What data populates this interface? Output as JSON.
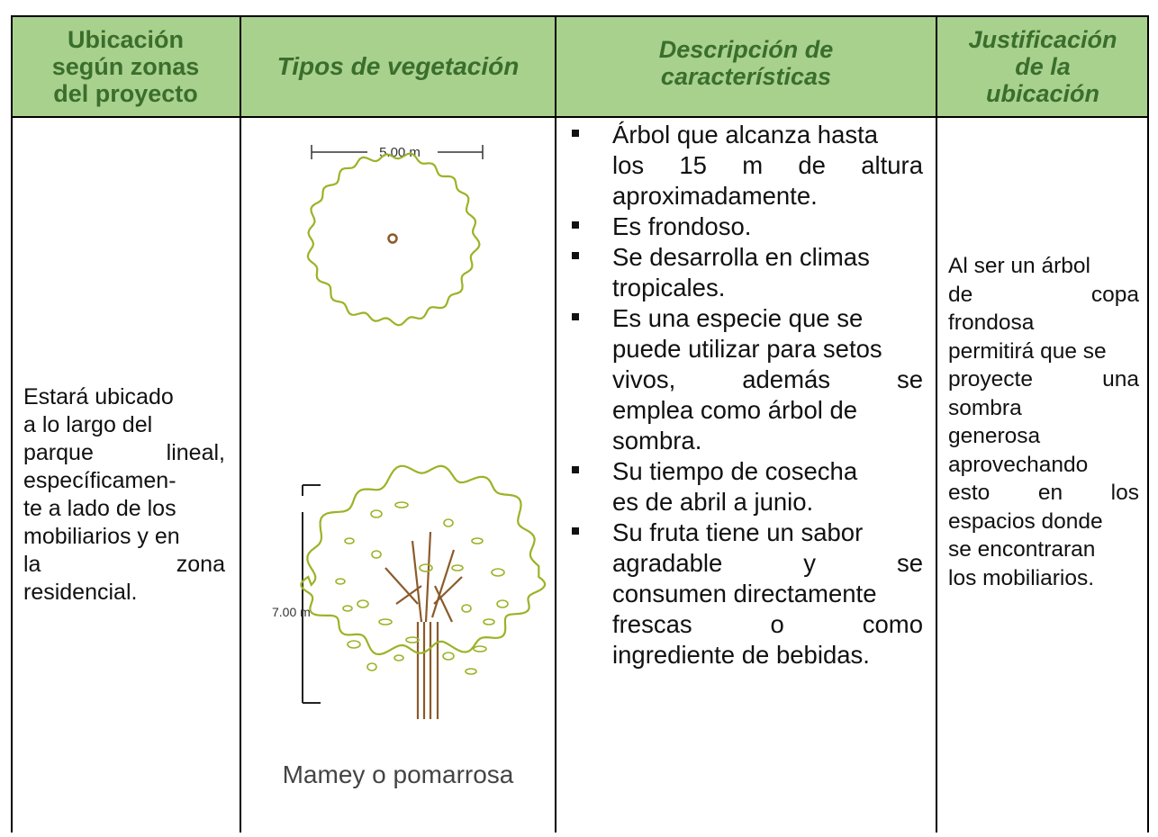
{
  "headers": {
    "col1": [
      "Ubicación",
      "según zonas",
      "del proyecto"
    ],
    "col2": "Tipos de vegetación",
    "col3": [
      "Descripción de",
      "características"
    ],
    "col4": [
      "Justificación",
      "de la",
      "ubicación"
    ]
  },
  "row": {
    "location_lines": [
      [
        "Estará ubicado"
      ],
      [
        "a lo largo del"
      ],
      [
        "parque",
        "lineal,"
      ],
      [
        "específicamen-"
      ],
      [
        "te a lado de los"
      ],
      [
        "mobiliarios y en"
      ],
      [
        "la",
        "zona"
      ],
      [
        "residencial."
      ]
    ],
    "plan_dimension": "5.00 m",
    "elevation_dimension": "7.00 m",
    "species_name": "Mamey o pomarrosa",
    "description": [
      [
        "Árbol que alcanza hasta",
        "los 15 m de altura",
        "aproximadamente."
      ],
      [
        "Es frondoso."
      ],
      [
        "Se desarrolla en climas",
        "tropicales."
      ],
      [
        "Es una especie que se",
        "puede utilizar para setos",
        "vivos, además se",
        "emplea como árbol de",
        "sombra."
      ],
      [
        "Su tiempo de cosecha",
        "es de abril a junio."
      ],
      [
        "Su fruta tiene un sabor",
        "agradable y se",
        "consumen directamente",
        "frescas o como",
        "ingrediente de bebidas."
      ]
    ],
    "justification_lines": [
      [
        "Al ser un árbol"
      ],
      [
        "de",
        "copa"
      ],
      [
        "frondosa"
      ],
      [
        "permitirá que se"
      ],
      [
        "proyecte",
        "una"
      ],
      [
        "sombra"
      ],
      [
        "generosa"
      ],
      [
        "aprovechando"
      ],
      [
        "esto",
        "en",
        "los"
      ],
      [
        "espacios donde"
      ],
      [
        "se encontraran"
      ],
      [
        "los mobiliarios."
      ]
    ]
  },
  "colors": {
    "header_bg": "#a9d18e",
    "header_text": "#3a6e2c",
    "tree_line": "#9bb327",
    "trunk": "#8b5a2b"
  }
}
